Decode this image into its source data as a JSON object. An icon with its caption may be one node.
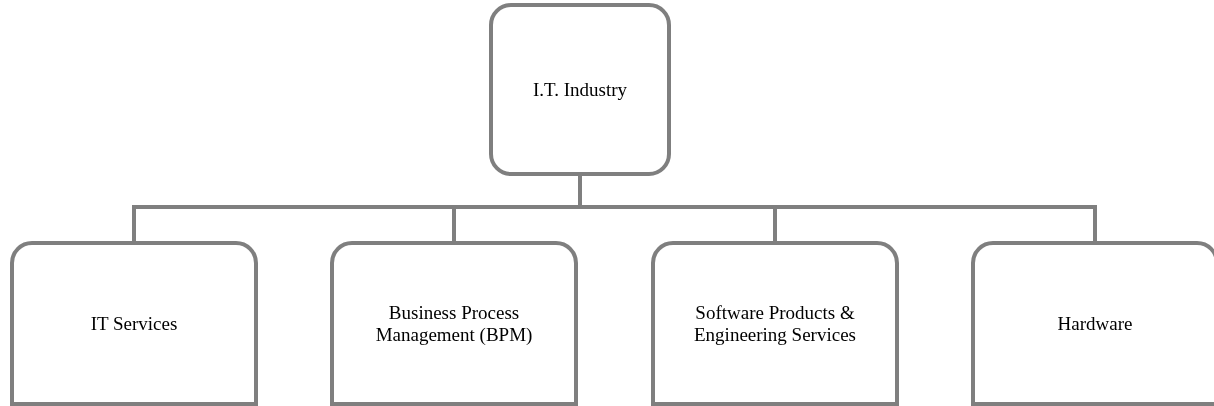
{
  "diagram": {
    "nodes": [
      {
        "text": [
          "I.T. Industry"
        ]
      },
      {
        "text": [
          "IT Services"
        ]
      },
      {
        "text": [
          "Business Process Management (BPM)"
        ]
      },
      {
        "text": [
          "Software Products & Engineering Services"
        ]
      },
      {
        "text": [
          "Hardware"
        ]
      }
    ],
    "edges": [
      {
        "from": 0,
        "to": 1,
        "arrow": "none"
      },
      {
        "from": 0,
        "to": 2,
        "arrow": "none"
      },
      {
        "from": 0,
        "to": 3,
        "arrow": "none"
      },
      {
        "from": 0,
        "to": 4,
        "arrow": "none"
      }
    ]
  }
}
